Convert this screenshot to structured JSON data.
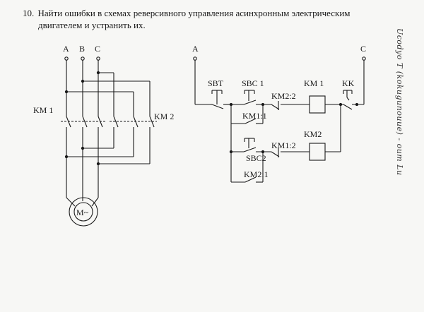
{
  "task": {
    "number": "10.",
    "line1": "Найти ошибки в схемах реверсивного управления асинхронным электрическим",
    "line2": "двигателем и устранить их."
  },
  "power_circuit": {
    "phase_a": "A",
    "phase_b": "B",
    "phase_c": "C",
    "km1_label": "KM 1",
    "km2_label": "KM 2",
    "motor_label": "M~"
  },
  "control_circuit": {
    "phase_a": "A",
    "phase_c": "C",
    "sbt": "SBT",
    "sbc1": "SBC 1",
    "km2_2": "KM2:2",
    "km1_coil": "KM 1",
    "kk": "KK",
    "km1_1": "KM1:1",
    "sbc2": "SBC2",
    "km1_2": "KM1:2",
    "km2_coil": "KM2",
    "km2_1": "KM2:1"
  },
  "handwritten_note": "Ucodyo T (kokugunouue) - oum Lu"
}
